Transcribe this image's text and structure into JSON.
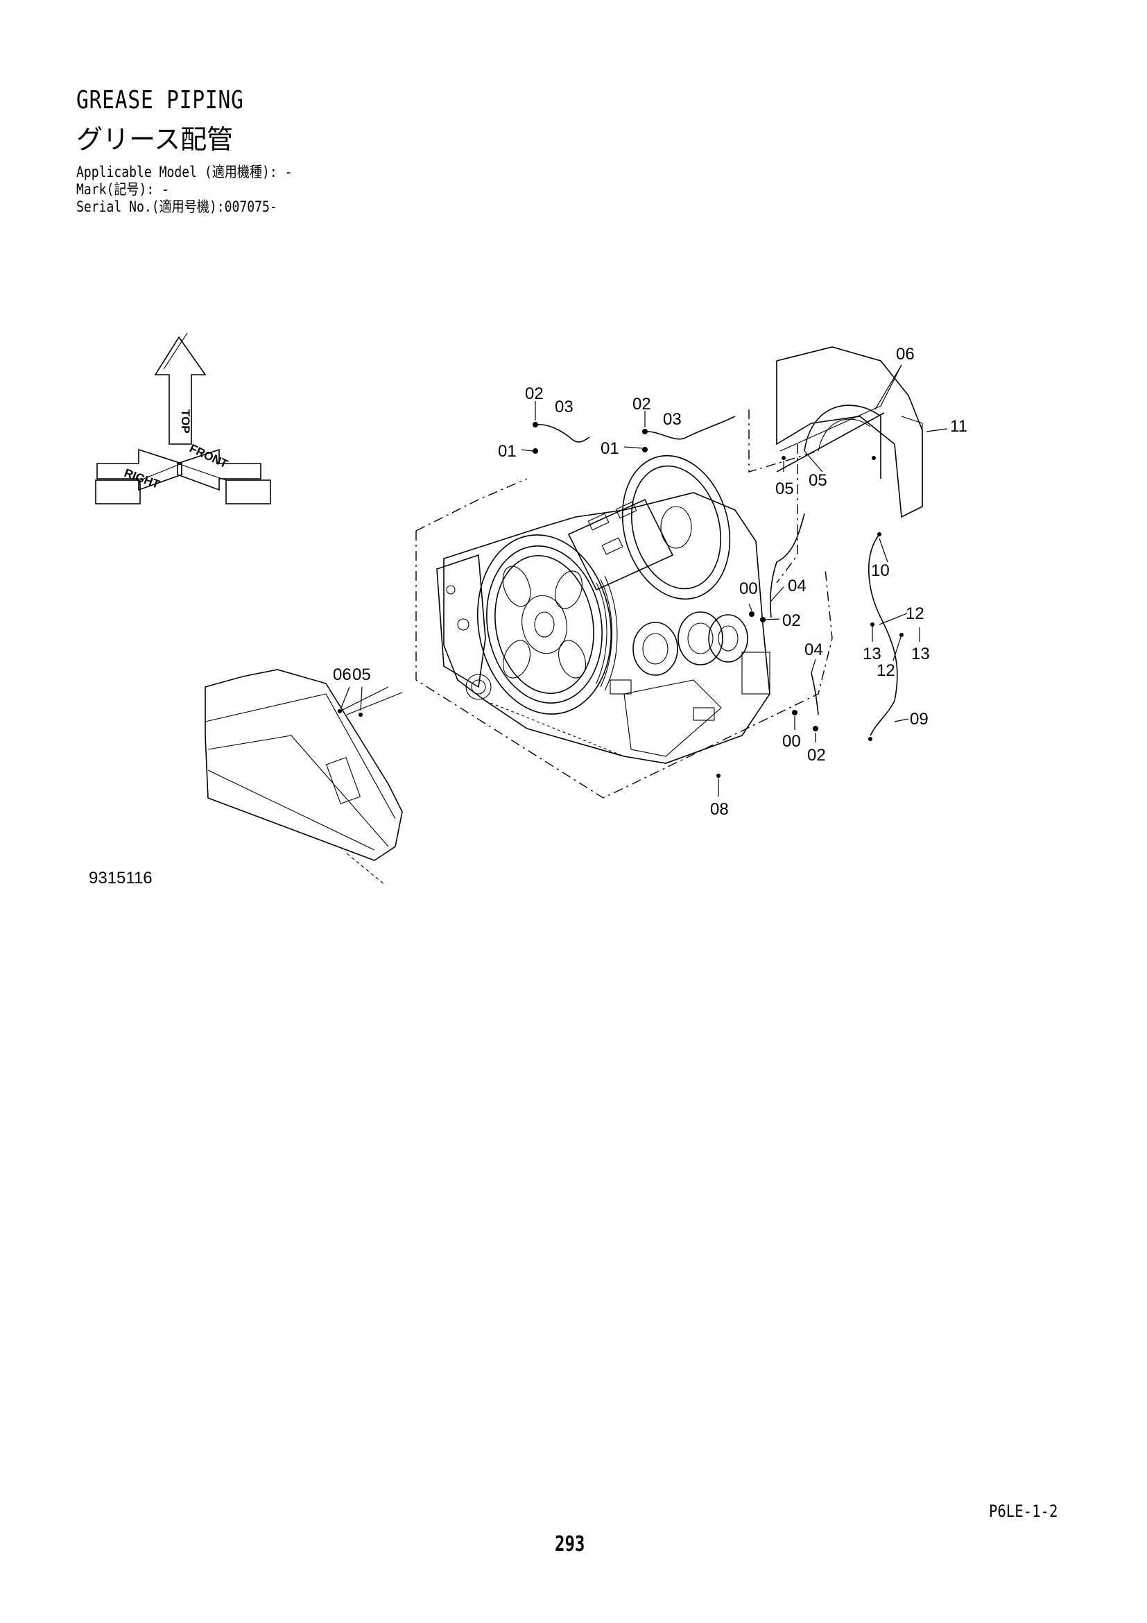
{
  "header": {
    "title_en": "GREASE PIPING",
    "title_ja": "グリース配管",
    "applicable_model": "Applicable Model (適用機種): -",
    "mark": "Mark(記号): -",
    "serial_no": "Serial No.(適用号機):007075-"
  },
  "orientation": {
    "top": "TOP",
    "right": "RIGHT",
    "front": "FRONT"
  },
  "callouts": {
    "c01a": "01",
    "c02a": "02",
    "c03a": "03",
    "c01b": "01",
    "c02b": "02",
    "c03b": "03",
    "c06a": "06",
    "c11": "11",
    "c05a": "05",
    "c05b": "05",
    "c10": "10",
    "c00a": "00",
    "c04a": "04",
    "c02c": "02",
    "c12a": "12",
    "c13a": "13",
    "c13b": "13",
    "c12b": "12",
    "c04b": "04",
    "c00b": "00",
    "c02d": "02",
    "c09": "09",
    "c08": "08",
    "c06b": "06",
    "c05c": "05"
  },
  "figure_number": "9315116",
  "footer": {
    "page_code": "P6LE-1-2",
    "page_number": "293"
  }
}
